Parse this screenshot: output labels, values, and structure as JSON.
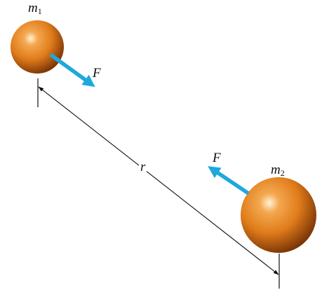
{
  "labels": {
    "mass1": {
      "symbol": "m",
      "subscript": "1"
    },
    "mass2": {
      "symbol": "m",
      "subscript": "2"
    },
    "force_on_mass1": "F",
    "force_on_mass2": "F",
    "distance": "r"
  },
  "colors": {
    "force_arrow": "#1fa8dc",
    "sphere_highlight": "#fff3d6",
    "sphere_mid": "#e07c1a",
    "sphere_shadow": "#6e2c05",
    "dimension_line": "#111111"
  }
}
